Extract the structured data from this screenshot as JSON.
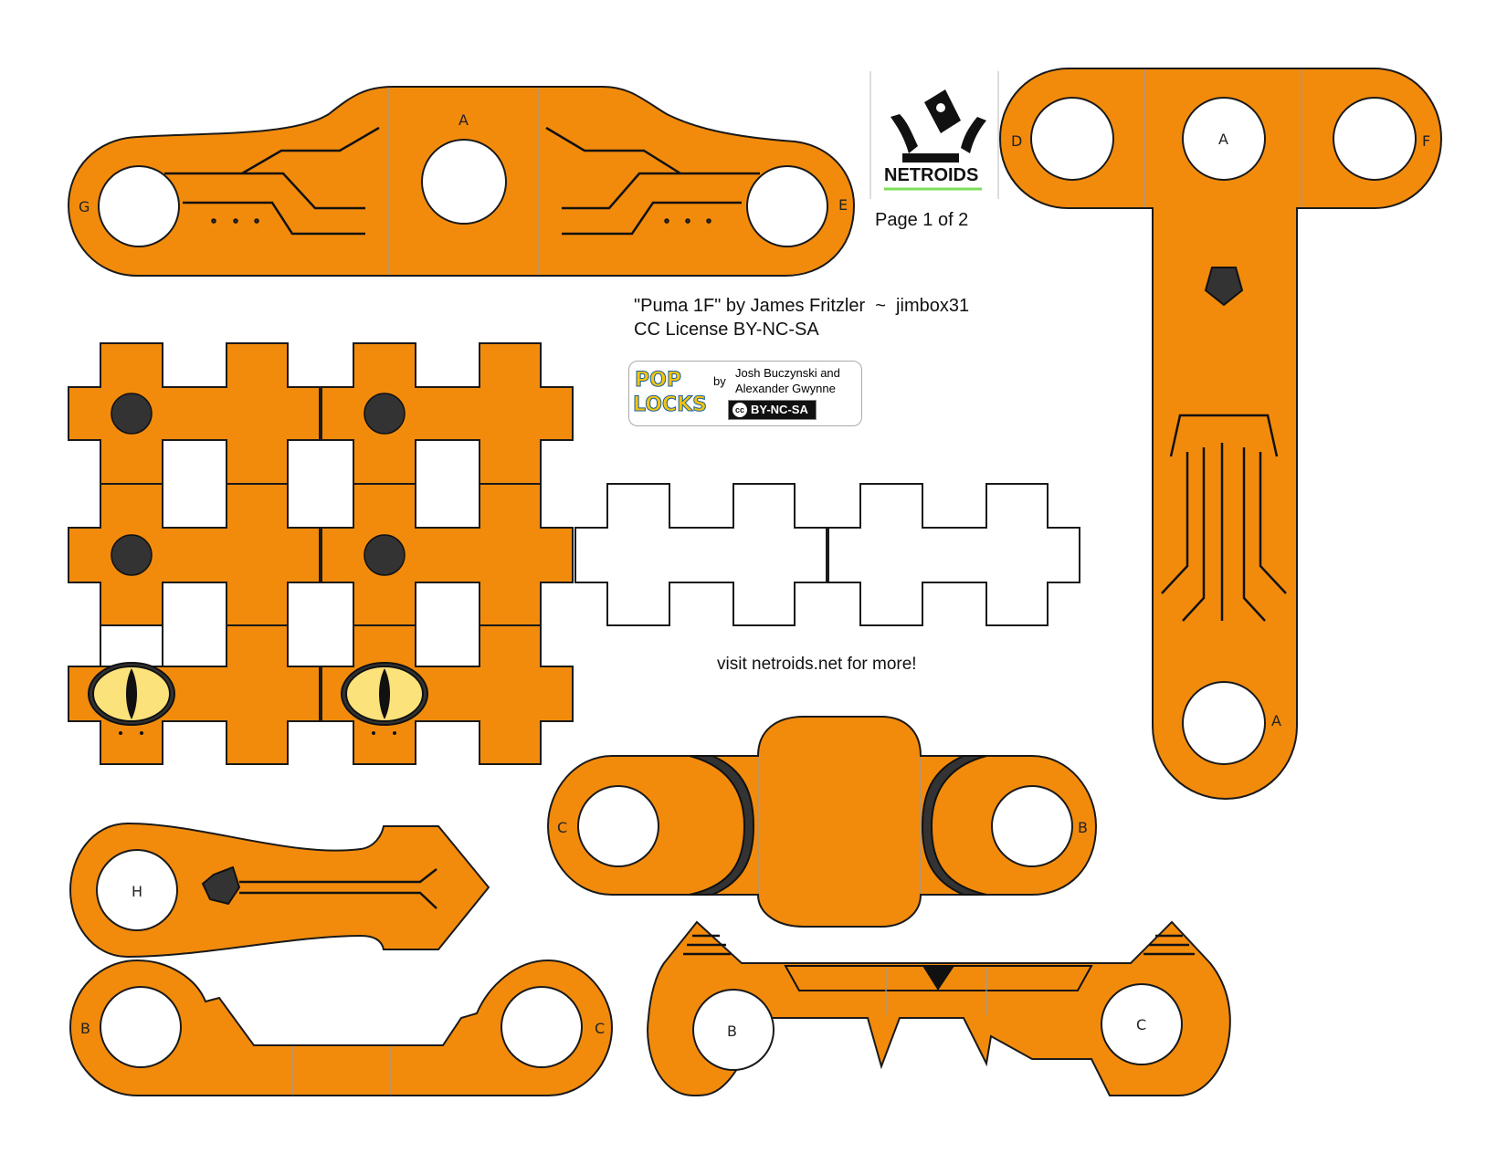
{
  "page": {
    "page_label": "Page 1 of 2",
    "credit_line": "\"Puma 1F\" by James Fritzler  ~  jimbox31",
    "license_line": "CC License BY-NC-SA",
    "visit_text": "visit netroids.net for more!"
  },
  "brand": {
    "netroids_logo_text": "NETROIDS",
    "poplocks_pop": "POP",
    "poplocks_locks": "LOCKS",
    "poplocks_by": "by",
    "poplocks_authors": "Josh Buczynski and Alexander Gwynne",
    "poplocks_license": "BY-NC-SA",
    "cc_mark": "cc"
  },
  "labels": {
    "top_left_part": [
      "G",
      "A",
      "E"
    ],
    "t_part": [
      "D",
      "A",
      "F",
      "A"
    ],
    "center_part": [
      "C",
      "B"
    ],
    "hammer_part": [
      "H"
    ],
    "bottom_left_part": [
      "B",
      "C"
    ],
    "bottom_right_part": [
      "B",
      "C"
    ]
  },
  "colors": {
    "part_fill": "#f28b0c",
    "outline": "#1a1a1a",
    "fold_line": "#9a9a9a",
    "eye_fill": "#fbe27a",
    "dark_detail": "#333333"
  }
}
